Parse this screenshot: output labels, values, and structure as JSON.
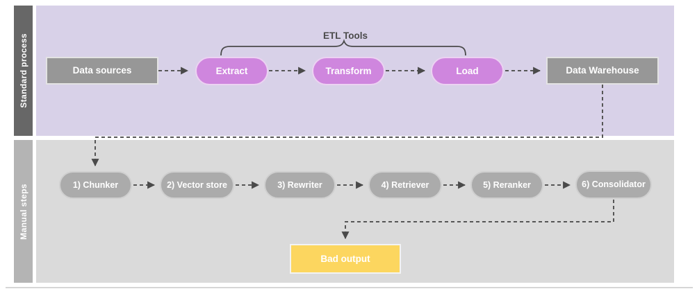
{
  "diagram": {
    "lanes": {
      "standard": {
        "label": "Standard process"
      },
      "manual": {
        "label": "Manual steps"
      }
    },
    "annotations": {
      "etl_tools": {
        "label": "ETL Tools"
      }
    },
    "nodes": {
      "data_sources": {
        "label": "Data sources"
      },
      "extract": {
        "label": "Extract"
      },
      "transform": {
        "label": "Transform"
      },
      "load": {
        "label": "Load"
      },
      "data_warehouse": {
        "label": "Data Warehouse"
      },
      "chunker": {
        "label": "1) Chunker"
      },
      "vector_store": {
        "label": "2) Vector store"
      },
      "rewriter": {
        "label": "3) Rewriter"
      },
      "retriever": {
        "label": "4) Retriever"
      },
      "reranker": {
        "label": "5) Reranker"
      },
      "consolidator": {
        "label": "6) Consolidator"
      },
      "bad_output": {
        "label": "Bad output"
      }
    },
    "edges": [
      {
        "from": "Data sources",
        "to": "Extract",
        "style": "dashed-arrow"
      },
      {
        "from": "Extract",
        "to": "Transform",
        "style": "dashed-arrow"
      },
      {
        "from": "Transform",
        "to": "Load",
        "style": "dashed-arrow"
      },
      {
        "from": "Load",
        "to": "Data Warehouse",
        "style": "dashed-arrow"
      },
      {
        "from": "Data Warehouse",
        "to": "1) Chunker",
        "style": "dashed-arrow"
      },
      {
        "from": "1) Chunker",
        "to": "2) Vector store",
        "style": "dashed-arrow"
      },
      {
        "from": "2) Vector store",
        "to": "3) Rewriter",
        "style": "dashed-arrow"
      },
      {
        "from": "3) Rewriter",
        "to": "4) Retriever",
        "style": "dashed-arrow"
      },
      {
        "from": "4) Retriever",
        "to": "5) Reranker",
        "style": "dashed-arrow"
      },
      {
        "from": "5) Reranker",
        "to": "6) Consolidator",
        "style": "dashed-arrow"
      },
      {
        "from": "6) Consolidator",
        "to": "Bad output",
        "style": "dashed-arrow"
      },
      {
        "from": "ETL Tools brace",
        "spans": [
          "Extract",
          "Transform",
          "Load"
        ],
        "style": "curly-brace"
      }
    ],
    "colors": {
      "standard_lane_bg": "#d8d1e8",
      "manual_lane_bg": "#dadada",
      "standard_bar": "#676767",
      "manual_bar": "#b4b4b4",
      "etl_pill": "#cf86de",
      "gray_node": "#979797",
      "manual_pill": "#ababab",
      "bad_output_box": "#fcd65f",
      "connector": "#565656",
      "node_text": "#ffffff",
      "annotation_text": "#4a4a4a"
    }
  }
}
